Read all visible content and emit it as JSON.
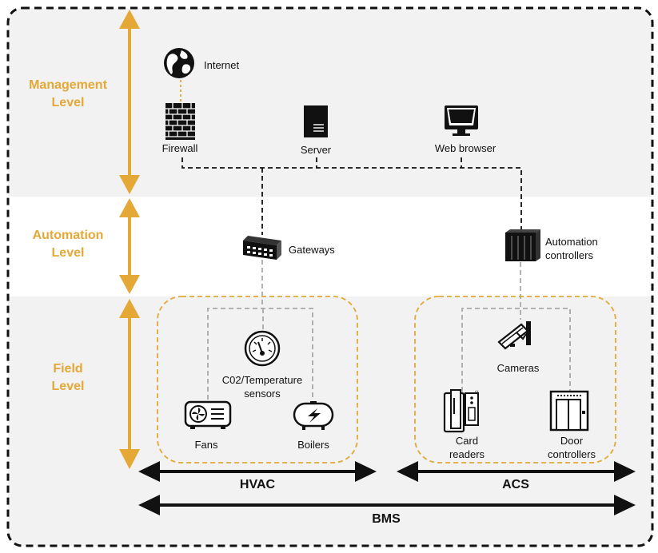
{
  "colors": {
    "accent": "#e3a836",
    "band_grey": "#f2f2f2",
    "band_white": "#ffffff",
    "ink": "#111111",
    "dash_grey": "#a9a9a9"
  },
  "levels": {
    "management": [
      "Management",
      "Level"
    ],
    "automation": [
      "Automation",
      "Level"
    ],
    "field": [
      "Field",
      "Level"
    ]
  },
  "nodes": {
    "internet": {
      "label": "Internet",
      "icon": "globe-icon"
    },
    "firewall": {
      "label": "Firewall",
      "icon": "brick-wall-icon"
    },
    "server": {
      "label": "Server",
      "icon": "server-icon"
    },
    "web_browser": {
      "label": "Web browser",
      "icon": "monitor-icon"
    },
    "gateways": {
      "label": "Gateways",
      "icon": "gateway-icon"
    },
    "automation_controllers": {
      "label": [
        "Automation",
        "controllers"
      ],
      "icon": "controller-rack-icon"
    },
    "sensors": {
      "label": [
        "C02/Temperature",
        "sensors"
      ],
      "icon": "gauge-icon"
    },
    "fans": {
      "label": "Fans",
      "icon": "fan-unit-icon"
    },
    "boilers": {
      "label": "Boilers",
      "icon": "boiler-icon"
    },
    "cameras": {
      "label": "Cameras",
      "icon": "camera-icon"
    },
    "card_readers": {
      "label": [
        "Card",
        "readers"
      ],
      "icon": "card-reader-icon"
    },
    "door_controllers": {
      "label": [
        "Door",
        "controllers"
      ],
      "icon": "elevator-door-icon"
    }
  },
  "systems": {
    "hvac": "HVAC",
    "acs": "ACS",
    "bms": "BMS"
  }
}
